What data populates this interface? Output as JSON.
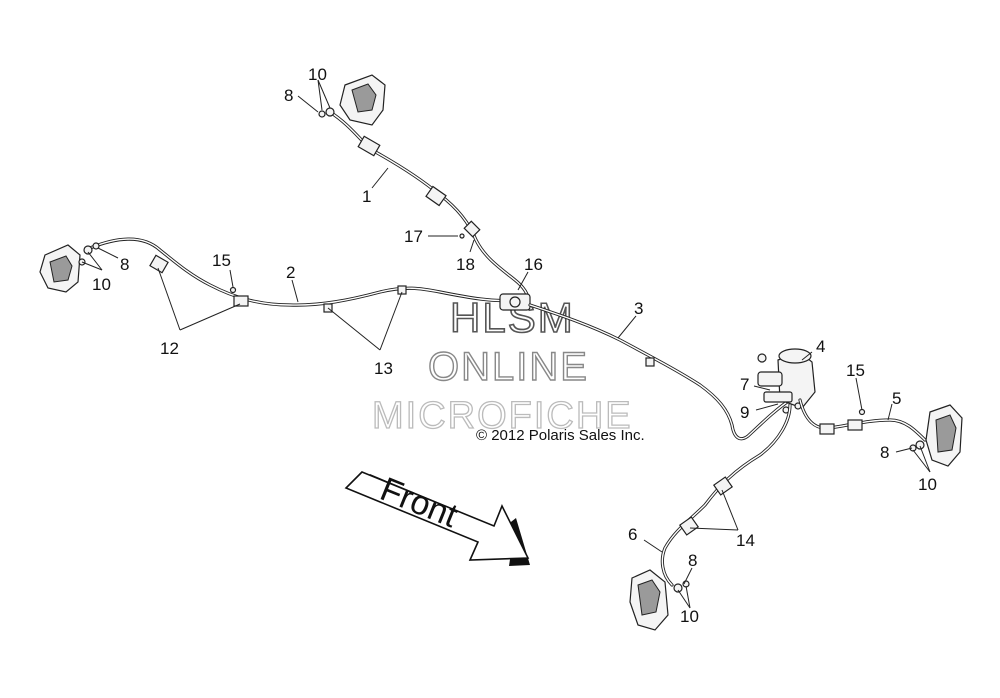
{
  "labels": {
    "l1": "1",
    "l2": "2",
    "l3": "3",
    "l4": "4",
    "l5": "5",
    "l6": "6",
    "l7": "7",
    "l8a": "8",
    "l8b": "8",
    "l8c": "8",
    "l8d": "8",
    "l9": "9",
    "l10a": "10",
    "l10b": "10",
    "l10c": "10",
    "l10d": "10",
    "l12": "12",
    "l13": "13",
    "l14": "14",
    "l15a": "15",
    "l15b": "15",
    "l16": "16",
    "l17": "17",
    "l18": "18"
  },
  "copyright": "© 2012 Polaris Sales Inc.",
  "watermark": {
    "line1": "HLSM",
    "line2": "ONLINE",
    "line3": "MICROFICHE"
  },
  "arrow_label": "Front"
}
